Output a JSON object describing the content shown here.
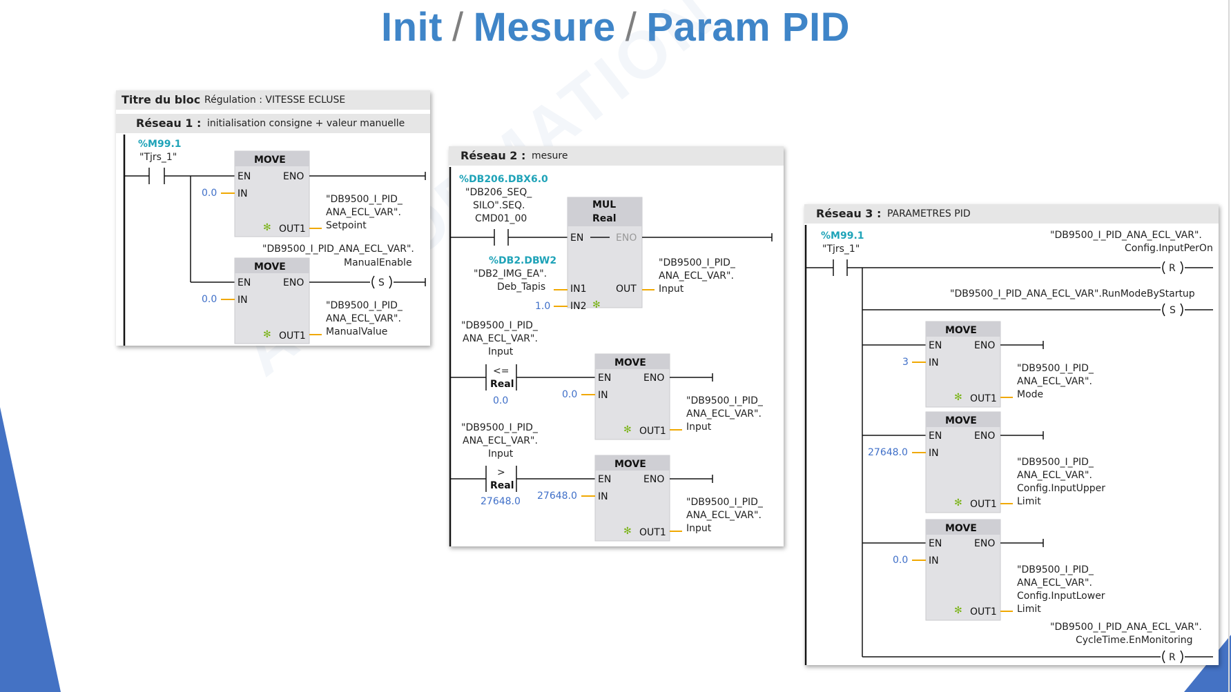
{
  "slide": {
    "title_parts": [
      "Init",
      "/",
      "Mesure",
      "/",
      "Param PID"
    ],
    "watermark": "AEI FORMATION OUEST",
    "colors": {
      "title": "#3f85c8",
      "separator": "#7f7f7f",
      "tag": "#1fa3b8",
      "constant": "#3f6fc8",
      "accent_shape": "#4472c4"
    }
  },
  "block_title": {
    "label": "Titre du bloc",
    "value": "Régulation : VITESSE ECLUSE"
  },
  "reseau1": {
    "label": "Réseau 1 :",
    "comment": "initialisation consigne + valeur manuelle",
    "contact": {
      "address": "%M99.1",
      "name": "\"Tjrs_1\""
    },
    "move1": {
      "name": "MOVE",
      "en": "EN",
      "eno": "ENO",
      "in": "IN",
      "out": "OUT1",
      "in_value": "0.0",
      "out_var": [
        "\"DB9500_I_PID_",
        "ANA_ECL_VAR\".",
        "Setpoint"
      ]
    },
    "coil": {
      "type": "S",
      "var": [
        "\"DB9500_I_PID_ANA_ECL_VAR\".",
        "ManualEnable"
      ]
    },
    "move2": {
      "name": "MOVE",
      "en": "EN",
      "eno": "ENO",
      "in": "IN",
      "out": "OUT1",
      "in_value": "0.0",
      "out_var": [
        "\"DB9500_I_PID_",
        "ANA_ECL_VAR\".",
        "ManualValue"
      ]
    }
  },
  "reseau2": {
    "label": "Réseau 2 :",
    "comment": "mesure",
    "contact": {
      "address": "%DB206.DBX6.0",
      "name": [
        "\"DB206_SEQ_",
        "SILO\".SEQ.",
        "CMD01_00"
      ]
    },
    "mul": {
      "name": "MUL",
      "type": "Real",
      "en": "EN",
      "eno": "ENO",
      "in1": "IN1",
      "in2": "IN2",
      "out": "OUT",
      "in1_address": "%DB2.DBW2",
      "in1_var": [
        "\"DB2_IMG_EA\".",
        "Deb_Tapis"
      ],
      "in2_value": "1.0",
      "out_var": [
        "\"DB9500_I_PID_",
        "ANA_ECL_VAR\".",
        "Input"
      ]
    },
    "cmp_le": {
      "op": "<=",
      "type": "Real",
      "var": [
        "\"DB9500_I_PID_",
        "ANA_ECL_VAR\".",
        "Input"
      ],
      "value": "0.0"
    },
    "move_le": {
      "name": "MOVE",
      "en": "EN",
      "eno": "ENO",
      "in": "IN",
      "out": "OUT1",
      "in_value": "0.0",
      "out_var": [
        "\"DB9500_I_PID_",
        "ANA_ECL_VAR\".",
        "Input"
      ]
    },
    "cmp_gt": {
      "op": ">",
      "type": "Real",
      "var": [
        "\"DB9500_I_PID_",
        "ANA_ECL_VAR\".",
        "Input"
      ],
      "value": "27648.0"
    },
    "move_gt": {
      "name": "MOVE",
      "en": "EN",
      "eno": "ENO",
      "in": "IN",
      "out": "OUT1",
      "in_value": "27648.0",
      "out_var": [
        "\"DB9500_I_PID_",
        "ANA_ECL_VAR\".",
        "Input"
      ]
    }
  },
  "reseau3": {
    "label": "Réseau 3 :",
    "comment": "PARAMETRES PID",
    "contact": {
      "address": "%M99.1",
      "name": "\"Tjrs_1\""
    },
    "coil_r1": {
      "type": "R",
      "var": [
        "\"DB9500_I_PID_ANA_ECL_VAR\".",
        "Config.InputPerOn"
      ]
    },
    "coil_s": {
      "type": "S",
      "var": [
        "\"DB9500_I_PID_ANA_ECL_VAR\".RunModeByStartup"
      ]
    },
    "move_mode": {
      "name": "MOVE",
      "en": "EN",
      "eno": "ENO",
      "in": "IN",
      "out": "OUT1",
      "in_value": "3",
      "out_var": [
        "\"DB9500_I_PID_",
        "ANA_ECL_VAR\".",
        "Mode"
      ]
    },
    "move_upper": {
      "name": "MOVE",
      "en": "EN",
      "eno": "ENO",
      "in": "IN",
      "out": "OUT1",
      "in_value": "27648.0",
      "out_var": [
        "\"DB9500_I_PID_",
        "ANA_ECL_VAR\".",
        "Config.InputUpper",
        "Limit"
      ]
    },
    "move_lower": {
      "name": "MOVE",
      "en": "EN",
      "eno": "ENO",
      "in": "IN",
      "out": "OUT1",
      "in_value": "0.0",
      "out_var": [
        "\"DB9500_I_PID_",
        "ANA_ECL_VAR\".",
        "Config.InputLower",
        "Limit"
      ]
    },
    "coil_r2": {
      "type": "R",
      "var": [
        "\"DB9500_I_PID_ANA_ECL_VAR\".",
        "CycleTime.EnMonitoring"
      ]
    }
  }
}
